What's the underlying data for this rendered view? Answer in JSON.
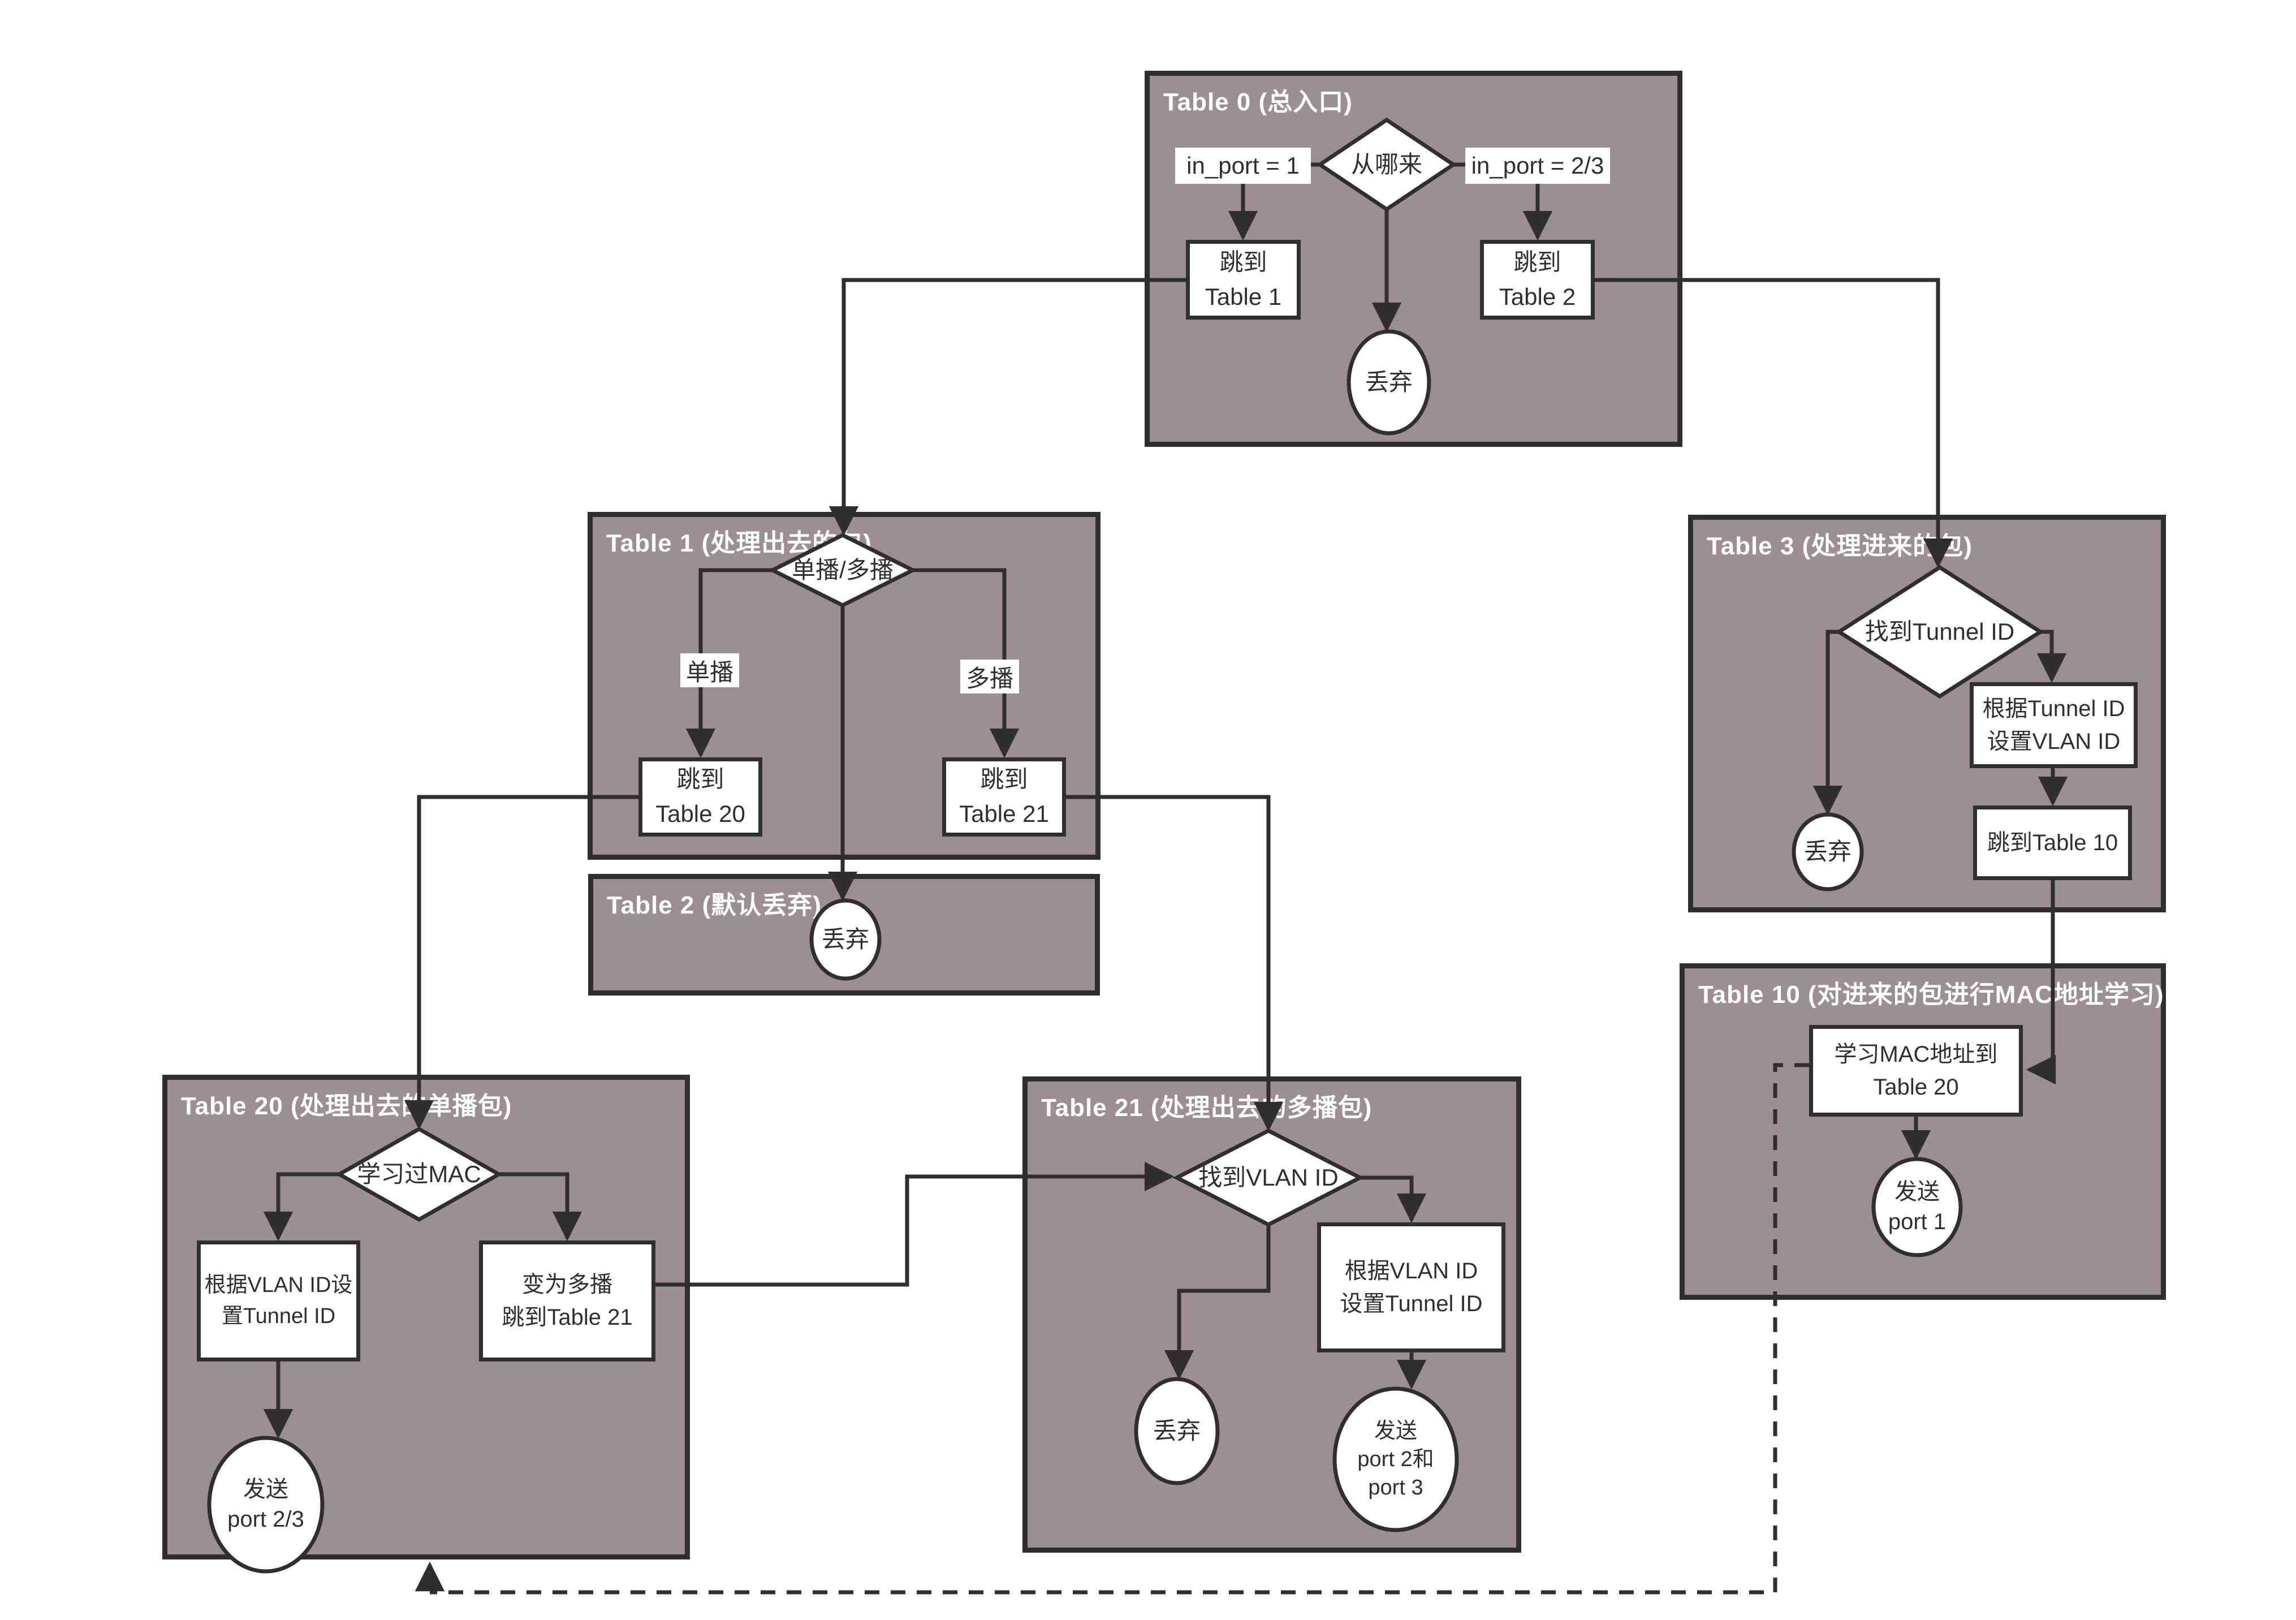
{
  "tables": {
    "t0": {
      "title": "Table 0 (总入口)"
    },
    "t1": {
      "title": "Table 1 (处理出去的包)"
    },
    "t2": {
      "title": "Table 2 (默认丢弃)"
    },
    "t3": {
      "title": "Table 3 (处理进来的包)"
    },
    "t10": {
      "title": "Table 10 (对进来的包进行MAC地址学习)"
    },
    "t20": {
      "title": "Table 20 (处理出去的单播包)"
    },
    "t21": {
      "title": "Table 21 (处理出去的多播包)"
    }
  },
  "nodes": {
    "t0_decision": "从哪来",
    "t0_jump_table1": "跳到\nTable 1",
    "t0_jump_table2": "跳到\nTable 2",
    "t0_discard": "丢弃",
    "t1_decision": "单播/多播",
    "t1_jump_table20": "跳到\nTable 20",
    "t1_jump_table21": "跳到\nTable 21",
    "t2_discard": "丢弃",
    "t3_decision": "找到Tunnel ID",
    "t3_discard": "丢弃",
    "t3_set_vlan": "根据Tunnel ID\n设置VLAN ID",
    "t3_jump_table10": "跳到Table 10",
    "t10_learn_mac": "学习MAC地址到\nTable 20",
    "t10_send_port1": "发送\nport 1",
    "t20_decision": "学习过MAC",
    "t20_set_tunnel": "根据VLAN ID设\n置Tunnel ID",
    "t20_to_multicast": "变为多播\n跳到Table 21",
    "t20_send": "发送\nport 2/3",
    "t21_decision": "找到VLAN ID",
    "t21_discard": "丢弃",
    "t21_set_tunnel": "根据VLAN ID\n设置Tunnel ID",
    "t21_send": "发送\nport 2和\nport 3"
  },
  "edge_labels": {
    "in_port_1": "in_port = 1",
    "in_port_2_3": "in_port = 2/3",
    "unicast": "单播",
    "multicast": "多播"
  },
  "colors": {
    "table_fill": "#9c8e94",
    "table_border": "#2f2f2f",
    "line": "#2f2f2f",
    "shape_fill": "#ffffff",
    "title_text": "#ffffff",
    "node_text": "#2f2f2f"
  }
}
